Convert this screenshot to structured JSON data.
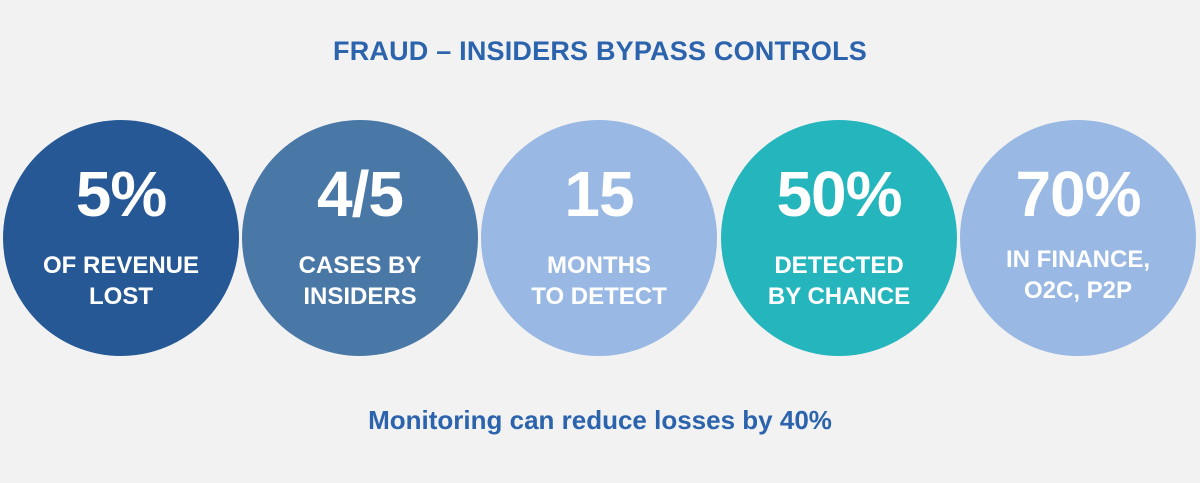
{
  "title": "FRAUD – INSIDERS BYPASS CONTROLS",
  "stats": [
    {
      "value": "5%",
      "line1": "OF REVENUE",
      "line2": "LOST",
      "color": "#255895"
    },
    {
      "value": "4/5",
      "line1": "CASES BY",
      "line2": "INSIDERS",
      "color": "#4a78a6"
    },
    {
      "value": "15",
      "line1": "MONTHS",
      "line2": "TO DETECT",
      "color": "#99b8e3"
    },
    {
      "value": "50%",
      "line1": "DETECTED",
      "line2": "BY CHANCE",
      "color": "#24b5bd"
    },
    {
      "value": "70%",
      "line1": "IN FINANCE,",
      "line2": "O2C, P2P",
      "color": "#99b8e3"
    }
  ],
  "footer": "Monitoring can reduce losses by 40%",
  "colors": {
    "background": "#f2f2f2",
    "heading": "#2b63ad",
    "text_on_circle": "#ffffff"
  }
}
